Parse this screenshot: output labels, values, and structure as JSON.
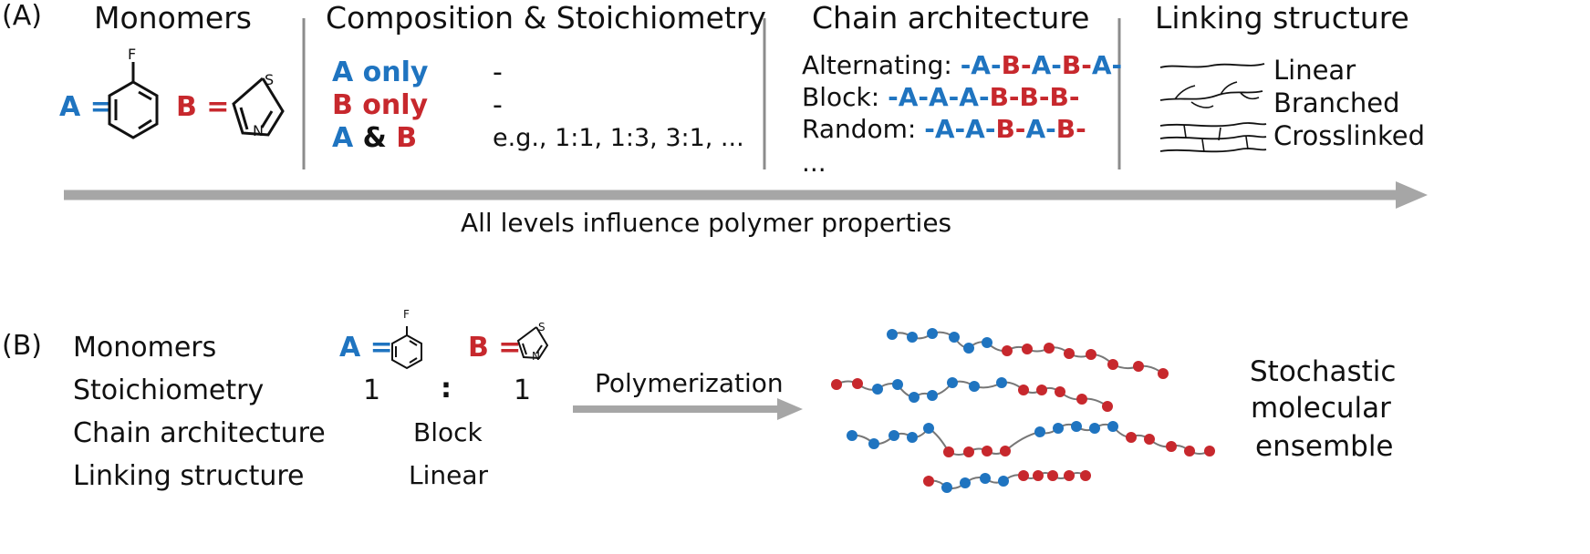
{
  "panel_a": {
    "tag": "(A)",
    "headers": {
      "monomers": "Monomers",
      "composition": "Composition & Stoichiometry",
      "architecture": "Chain architecture",
      "linking": "Linking structure"
    },
    "monomer_a_label": "A =",
    "monomer_b_label": "B =",
    "atom_f": "F",
    "atom_s": "S",
    "atom_n": "N",
    "composition": {
      "a_only": "A only",
      "b_only": "B only",
      "a_and_b_a": "A",
      "a_and_b_amp": " & ",
      "a_and_b_b": "B",
      "a_only_value": "-",
      "b_only_value": "-",
      "a_and_b_value": "e.g., 1:1, 1:3, 3:1, ..."
    },
    "architecture": {
      "alternating_label": "Alternating:",
      "block_label": "Block:",
      "random_label": "Random:",
      "more": "..."
    },
    "linking": {
      "linear": "Linear",
      "branched": "Branched",
      "crosslinked": "Crosslinked"
    },
    "arrow_caption": "All levels influence polymer properties"
  },
  "panel_b": {
    "tag": "(B)",
    "rows": {
      "monomers": "Monomers",
      "stoichiometry": "Stoichiometry",
      "architecture": "Chain architecture",
      "linking": "Linking structure"
    },
    "monomer_a_label": "A =",
    "monomer_b_label": "B =",
    "ratio_a": "1",
    "ratio_sep": ":",
    "ratio_b": "1",
    "architecture_value": "Block",
    "linking_value": "Linear",
    "arrow_label": "Polymerization",
    "result": [
      "Stochastic",
      "molecular",
      "ensemble"
    ]
  },
  "colors": {
    "monomer_a": "#1f74c0",
    "monomer_b": "#c7282d",
    "arrow": "#a6a6a6",
    "divider": "#8c8c8c"
  }
}
